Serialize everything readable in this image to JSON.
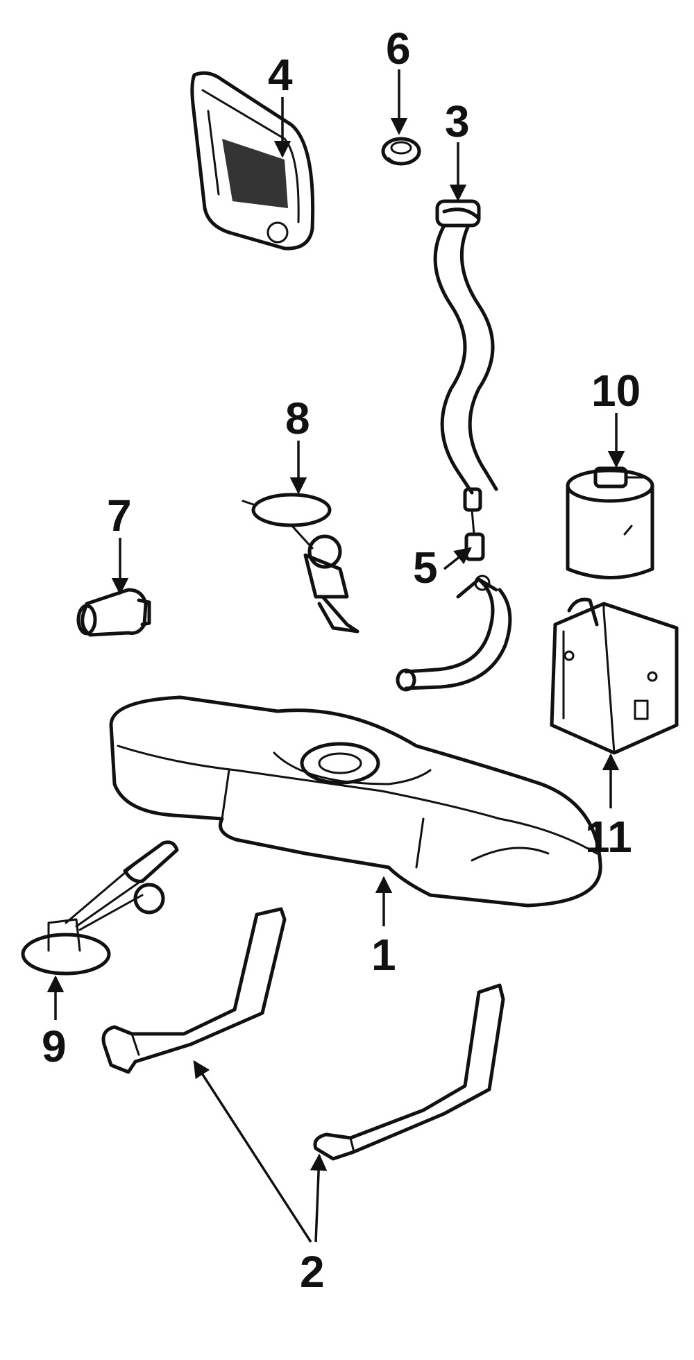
{
  "callouts": [
    {
      "id": "1",
      "label": "1"
    },
    {
      "id": "2",
      "label": "2"
    },
    {
      "id": "3",
      "label": "3"
    },
    {
      "id": "4",
      "label": "4"
    },
    {
      "id": "5",
      "label": "5"
    },
    {
      "id": "6",
      "label": "6"
    },
    {
      "id": "7",
      "label": "7"
    },
    {
      "id": "8",
      "label": "8"
    },
    {
      "id": "9",
      "label": "9"
    },
    {
      "id": "10",
      "label": "10"
    },
    {
      "id": "11",
      "label": "11"
    }
  ],
  "colors": {
    "ink": "#111111",
    "background": "#ffffff"
  }
}
